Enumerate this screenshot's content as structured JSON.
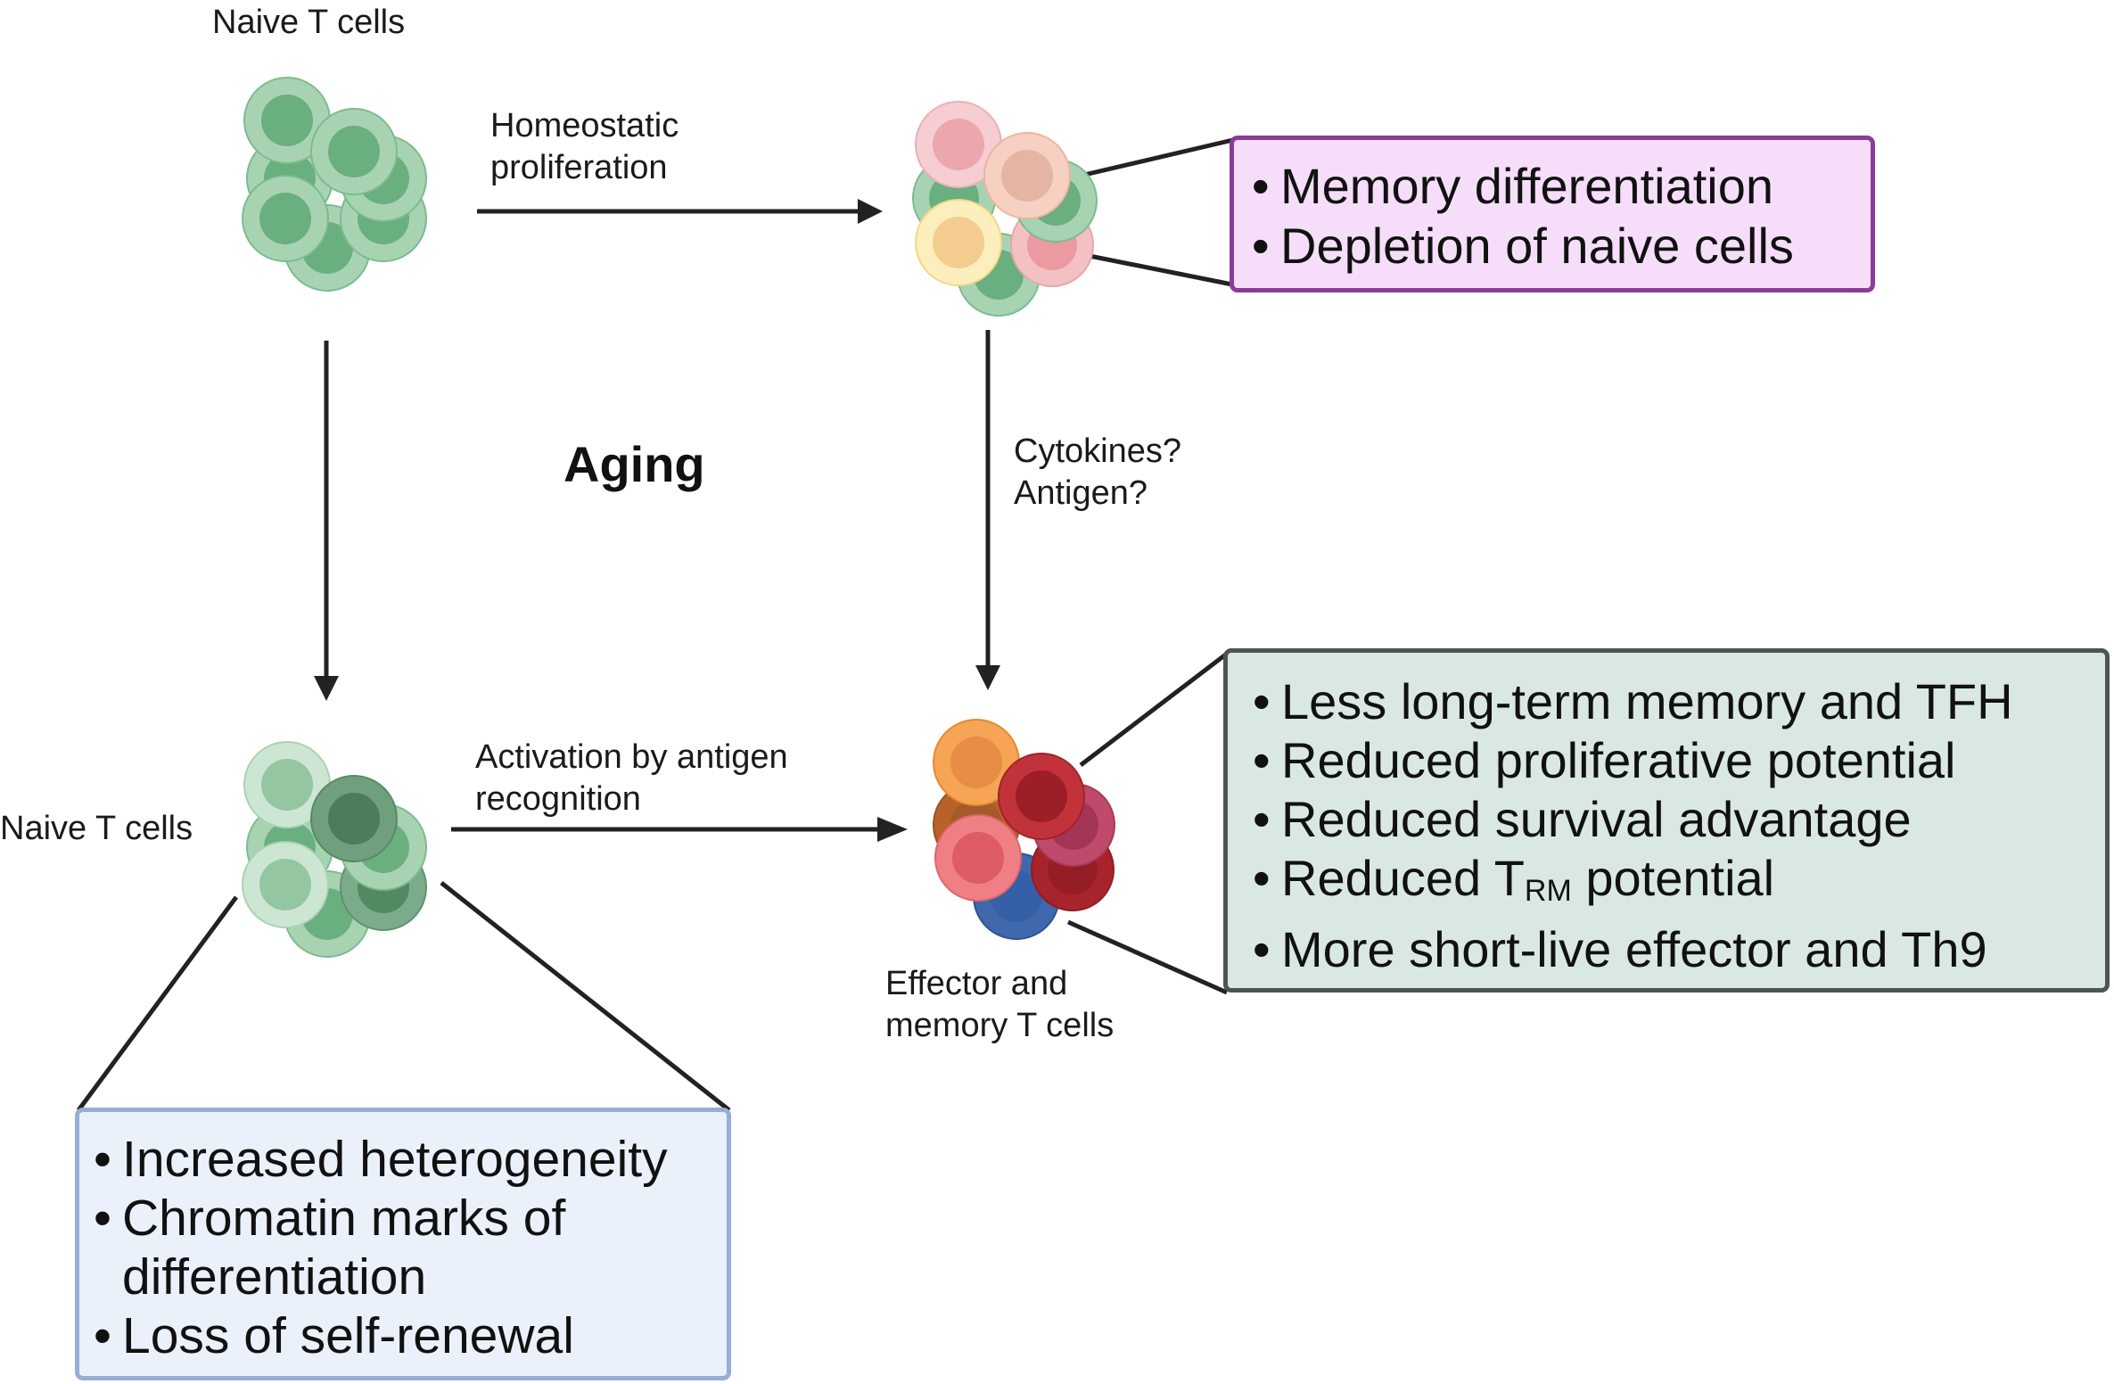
{
  "labels": {
    "naive_top": "Naive T cells",
    "naive_bottom": "Naive T cells",
    "homeostatic_line1": "Homeostatic",
    "homeostatic_line2": "proliferation",
    "aging": "Aging",
    "cytokines": "Cytokines?",
    "antigen": "Antigen?",
    "activation_line1": "Activation by antigen",
    "activation_line2": "recognition",
    "effector_line1": "Effector and",
    "effector_line2": "memory T cells"
  },
  "memory_box": {
    "items": [
      "Memory differentiation",
      "Depletion of naive cells"
    ]
  },
  "naive_box": {
    "item1": "Increased heterogeneity",
    "item2_line1": "Chromatin marks of",
    "item2_line2": "differentiation",
    "item3": "Loss of self-renewal"
  },
  "effector_box": {
    "item1": "Less long-term memory and TFH",
    "item2": "Reduced proliferative potential",
    "item3": "Reduced survival advantage",
    "item4_prefix": "Reduced T",
    "item4_sub": "RM",
    "item4_suffix": " potential",
    "item5": "More short-live effector and Th9"
  },
  "colors": {
    "arrow": "#222222",
    "memory_box_fill": "#f6defa",
    "memory_box_border": "#8a3d97",
    "naive_box_fill": "#eaf1fb",
    "naive_box_border": "#94aed6",
    "effector_box_fill": "#d9e8e3",
    "effector_box_border": "#4d5552",
    "naive_cell_outer": "#a8d3b2",
    "naive_cell_inner": "#6aaf80"
  }
}
